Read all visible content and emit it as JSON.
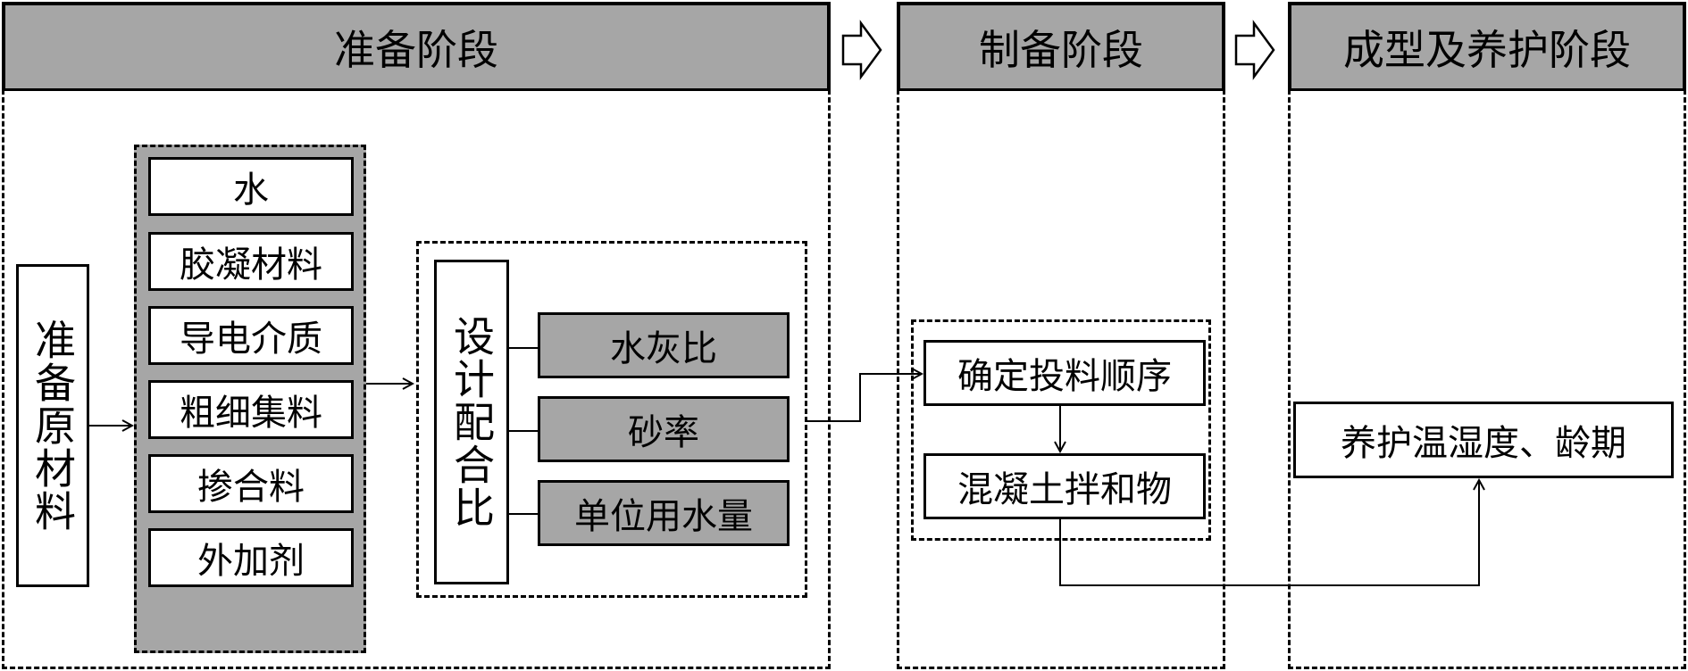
{
  "stages": [
    {
      "id": "prep",
      "title": "准备阶段"
    },
    {
      "id": "make",
      "title": "制备阶段"
    },
    {
      "id": "cure",
      "title": "成型及养护阶段"
    }
  ],
  "prep": {
    "raw_materials_label": "准备原材料",
    "materials": [
      "水",
      "胶凝材料",
      "导电介质",
      "粗细集料",
      "掺合料",
      "外加剂"
    ],
    "mix_design_label": "设计配合比",
    "mix_parameters": [
      "水灰比",
      "砂率",
      "单位用水量"
    ]
  },
  "make": {
    "steps": [
      "确定投料顺序",
      "混凝土拌和物"
    ]
  },
  "cure": {
    "step": "养护温湿度、龄期"
  },
  "colors": {
    "header_fill": "#a6a6a6",
    "line": "#000000",
    "background": "#ffffff"
  }
}
